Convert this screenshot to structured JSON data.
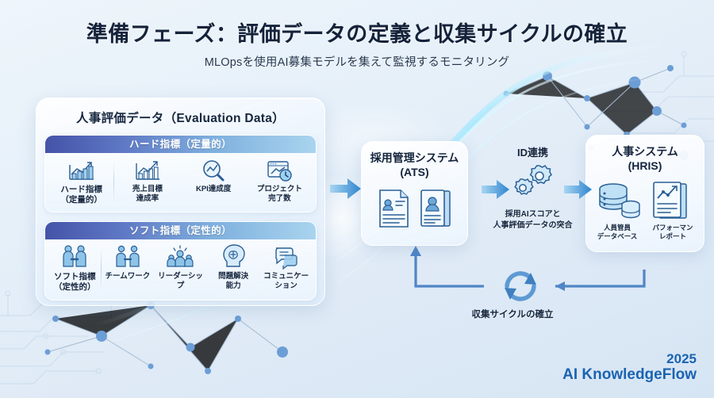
{
  "header": {
    "title": "準備フェーズ：評価データの定義と収集サイクルの確立",
    "subtitle": "MLOpsを使用AI募集モデルを集えて監視するモニタリング"
  },
  "eval_panel": {
    "title": "人事評価データ（Evaluation Data）",
    "hard": {
      "group_label": "ハード指標（定量的）",
      "items": [
        {
          "label": "ハード指標\n（定量的）",
          "line1": "ハード指標",
          "line2": "（定量的）",
          "icon": "bar-chart-growth-icon"
        },
        {
          "label": "売上目標達成率",
          "line1": "売上目標",
          "line2": "達成率",
          "icon": "sales-chart-icon"
        },
        {
          "label": "KPI達成度",
          "line1": "KPI達成度",
          "line2": "",
          "icon": "magnifier-trend-icon"
        },
        {
          "label": "プロジェクト完了数",
          "line1": "プロジェクト",
          "line2": "完了数",
          "icon": "window-clock-icon"
        }
      ]
    },
    "soft": {
      "group_label": "ソフト指標（定性的）",
      "items": [
        {
          "line1": "ソフト指標",
          "line2": "（定性的）",
          "icon": "handshake-icon"
        },
        {
          "line1": "チームワーク",
          "line2": "",
          "icon": "teamwork-icon"
        },
        {
          "line1": "リーダーシップ",
          "line2": "",
          "icon": "leadership-icon"
        },
        {
          "line1": "問題解決",
          "line2": "能力",
          "icon": "brain-head-icon"
        },
        {
          "line1": "コミュニケー",
          "line2": "ション",
          "icon": "speech-bubbles-icon"
        }
      ]
    }
  },
  "ats": {
    "title_line1": "採用管理システム",
    "title_line2": "(ATS)",
    "icons": [
      "resume-document-icon",
      "candidate-profile-icon"
    ]
  },
  "id_link": {
    "title": "ID連携",
    "icon": "gears-icon",
    "caption_line1": "採用AIスコアと",
    "caption_line2": "人事評価データの突合"
  },
  "hris": {
    "title_line1": "人事システム",
    "title_line2": "(HRIS)",
    "items": [
      {
        "line1": "人員管員",
        "line2": "データベース",
        "icon": "database-icon"
      },
      {
        "line1": "パフォーマン",
        "line2": "レポート",
        "icon": "report-chart-icon"
      }
    ]
  },
  "cycle": {
    "label": "収集サイクルの確立",
    "icon": "refresh-cycle-icon"
  },
  "brand": {
    "year": "2025",
    "name": "AI KnowledgeFlow"
  },
  "colors": {
    "accent_blue": "#1b63b0",
    "arrow_blue": "#3f90d8",
    "group_header_left": "#4453a8",
    "group_header_right": "#a9d4ef",
    "title_dark": "#14223a",
    "bg_light": "#eef5fb"
  }
}
